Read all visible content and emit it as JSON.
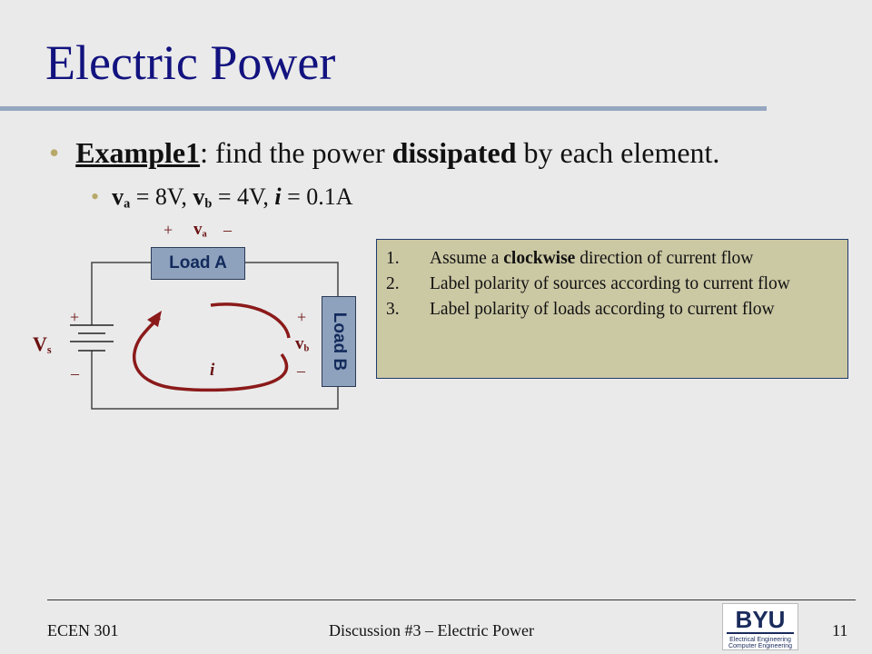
{
  "slide": {
    "title": "Electric Power",
    "bullet1": {
      "example": "Example1",
      "colon": ":",
      "text_pre": " find the power ",
      "emph": "dissipated",
      "text_post": " by each element."
    },
    "bullet2": {
      "va_sym": "v",
      "va_sub": "a",
      "va_eq": " = 8V, ",
      "vb_sym": "v",
      "vb_sub": "b",
      "vb_eq": " = 4V, ",
      "i_sym": "i",
      "i_eq": " = 0.1A"
    }
  },
  "circuit": {
    "load_a": "Load A",
    "load_b": "Load B",
    "plus": "+",
    "minus": "–",
    "va_sym": "v",
    "va_sub": "a",
    "vb_sym": "v",
    "vb_sub": "b",
    "vs_sym": "V",
    "vs_sub": "s",
    "current": "i",
    "arrow_color": "#8b1a1a"
  },
  "steps": [
    {
      "num": "1.",
      "pre": "Assume a ",
      "bold": "clockwise",
      "post": " direction of current flow"
    },
    {
      "num": "2.",
      "pre": "Label polarity of sources according to current flow",
      "bold": "",
      "post": ""
    },
    {
      "num": "3.",
      "pre": "Label polarity of loads according to current flow",
      "bold": "",
      "post": ""
    }
  ],
  "footer": {
    "course": "ECEN 301",
    "center": "Discussion #3 – Electric Power",
    "page": "11",
    "logo": {
      "name": "BYU",
      "line1": "Electrical Engineering",
      "line2": "Computer Engineering"
    }
  },
  "colors": {
    "title": "#12127f",
    "bullet_dot": "#b7a96a",
    "box_fill": "#cbc8a4",
    "load_fill": "#8ea2bd",
    "logo_navy": "#1a2b5c"
  }
}
